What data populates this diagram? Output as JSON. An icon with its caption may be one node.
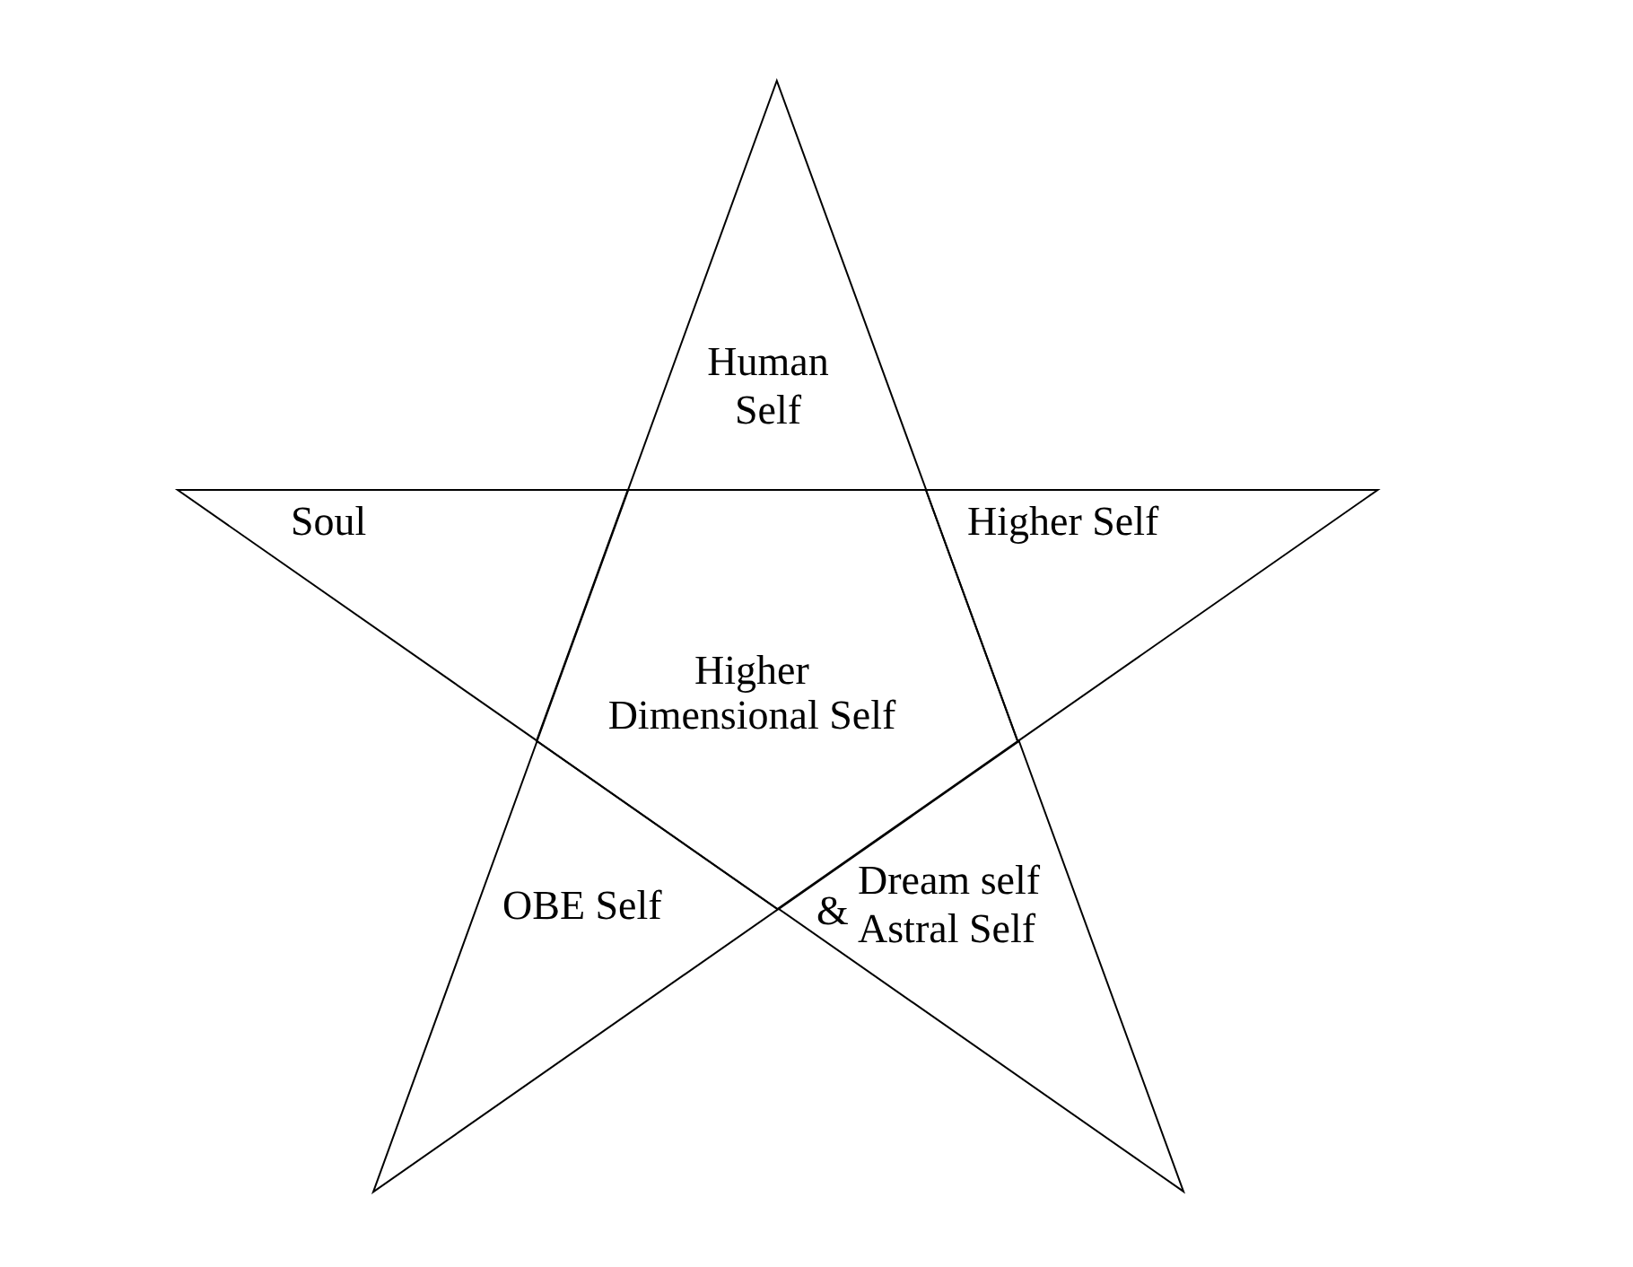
{
  "diagram": {
    "nodes": [
      {
        "text": [
          "Human Self"
        ]
      },
      {
        "text": [
          "Soul"
        ]
      },
      {
        "text": [
          "Higher Self"
        ]
      },
      {
        "text": [
          "Higher Dimensional Self"
        ]
      },
      {
        "text": [
          "OBE Self"
        ]
      },
      {
        "text": [
          "Dream self",
          "&",
          "Astral Self"
        ]
      }
    ]
  }
}
